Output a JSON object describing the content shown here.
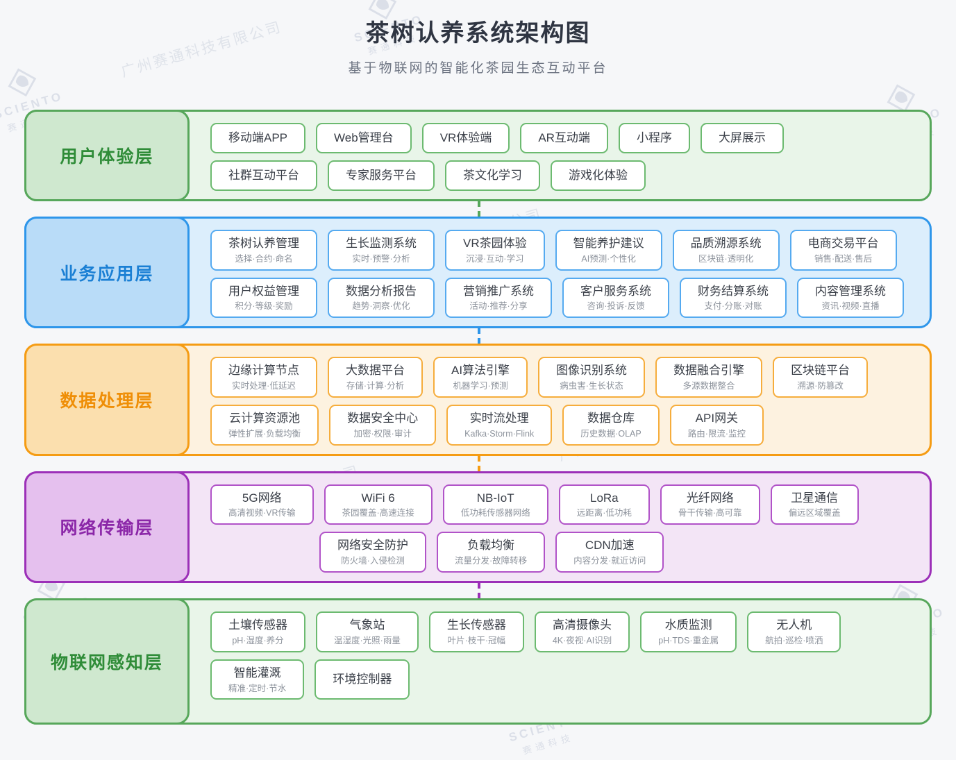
{
  "page": {
    "title": "茶树认养系统架构图",
    "subtitle": "基于物联网的智能化茶园生态互动平台"
  },
  "watermark": {
    "company": "广州赛通科技有限公司",
    "brand": "SCIENTO",
    "brand_cn": "赛通科技"
  },
  "layers": [
    {
      "id": "user-experience",
      "label": "用户体验层",
      "colors": {
        "border": "#57a75b",
        "fill": "#e9f5e9",
        "label_fill": "#cfe8cf",
        "label_text": "#2f8c38",
        "item_border": "#6cba70"
      },
      "rows": [
        {
          "items": [
            {
              "title": "移动端APP"
            },
            {
              "title": "Web管理台"
            },
            {
              "title": "VR体验端"
            },
            {
              "title": "AR互动端"
            },
            {
              "title": "小程序"
            },
            {
              "title": "大屏展示"
            }
          ]
        },
        {
          "items": [
            {
              "title": "社群互动平台"
            },
            {
              "title": "专家服务平台"
            },
            {
              "title": "茶文化学习"
            },
            {
              "title": "游戏化体验"
            }
          ]
        }
      ]
    },
    {
      "id": "business-application",
      "label": "业务应用层",
      "colors": {
        "border": "#2e96ea",
        "fill": "#dceefc",
        "label_fill": "#b9dcf8",
        "label_text": "#1a7fd4",
        "item_border": "#55aaf0"
      },
      "rows": [
        {
          "items": [
            {
              "title": "茶树认养管理",
              "subtitle": "选择·合约·命名"
            },
            {
              "title": "生长监测系统",
              "subtitle": "实时·预警·分析"
            },
            {
              "title": "VR茶园体验",
              "subtitle": "沉浸·互动·学习"
            },
            {
              "title": "智能养护建议",
              "subtitle": "AI预测·个性化"
            },
            {
              "title": "品质溯源系统",
              "subtitle": "区块链·透明化"
            },
            {
              "title": "电商交易平台",
              "subtitle": "销售·配送·售后"
            }
          ]
        },
        {
          "items": [
            {
              "title": "用户权益管理",
              "subtitle": "积分·等级·奖励"
            },
            {
              "title": "数据分析报告",
              "subtitle": "趋势·洞察·优化"
            },
            {
              "title": "营销推广系统",
              "subtitle": "活动·推荐·分享"
            },
            {
              "title": "客户服务系统",
              "subtitle": "咨询·投诉·反馈"
            },
            {
              "title": "财务结算系统",
              "subtitle": "支付·分账·对账"
            },
            {
              "title": "内容管理系统",
              "subtitle": "资讯·视频·直播"
            }
          ]
        }
      ]
    },
    {
      "id": "data-processing",
      "label": "数据处理层",
      "colors": {
        "border": "#f59c14",
        "fill": "#fdf2e0",
        "label_fill": "#fbdfae",
        "label_text": "#ef8e06",
        "item_border": "#f6ad3c"
      },
      "rows": [
        {
          "items": [
            {
              "title": "边缘计算节点",
              "subtitle": "实时处理·低延迟"
            },
            {
              "title": "大数据平台",
              "subtitle": "存储·计算·分析"
            },
            {
              "title": "AI算法引擎",
              "subtitle": "机器学习·预测"
            },
            {
              "title": "图像识别系统",
              "subtitle": "病虫害·生长状态"
            },
            {
              "title": "数据融合引擎",
              "subtitle": "多源数据整合"
            },
            {
              "title": "区块链平台",
              "subtitle": "溯源·防篡改"
            }
          ]
        },
        {
          "items": [
            {
              "title": "云计算资源池",
              "subtitle": "弹性扩展·负载均衡"
            },
            {
              "title": "数据安全中心",
              "subtitle": "加密·权限·审计"
            },
            {
              "title": "实时流处理",
              "subtitle": "Kafka·Storm·Flink"
            },
            {
              "title": "数据仓库",
              "subtitle": "历史数据·OLAP"
            },
            {
              "title": "API网关",
              "subtitle": "路由·限流·监控"
            }
          ]
        }
      ]
    },
    {
      "id": "network-transmission",
      "label": "网络传输层",
      "colors": {
        "border": "#9c30b8",
        "fill": "#f3e5f6",
        "label_fill": "#e5c0ee",
        "label_text": "#8b27a8",
        "item_border": "#b153c8"
      },
      "rows": [
        {
          "items": [
            {
              "title": "5G网络",
              "subtitle": "高清视频·VR传输"
            },
            {
              "title": "WiFi 6",
              "subtitle": "茶园覆盖·高速连接"
            },
            {
              "title": "NB-IoT",
              "subtitle": "低功耗传感器网络"
            },
            {
              "title": "LoRa",
              "subtitle": "远距离·低功耗"
            },
            {
              "title": "光纤网络",
              "subtitle": "骨干传输·高可靠"
            },
            {
              "title": "卫星通信",
              "subtitle": "偏远区域覆盖"
            }
          ]
        },
        {
          "indent": true,
          "items": [
            {
              "title": "网络安全防护",
              "subtitle": "防火墙·入侵检测"
            },
            {
              "title": "负载均衡",
              "subtitle": "流量分发·故障转移"
            },
            {
              "title": "CDN加速",
              "subtitle": "内容分发·就近访问"
            }
          ]
        }
      ]
    },
    {
      "id": "iot-perception",
      "label": "物联网感知层",
      "colors": {
        "border": "#57a75b",
        "fill": "#e9f5e9",
        "label_fill": "#cfe8cf",
        "label_text": "#2f8c38",
        "item_border": "#6cba70"
      },
      "rows": [
        {
          "items": [
            {
              "title": "土壤传感器",
              "subtitle": "pH·湿度·养分"
            },
            {
              "title": "气象站",
              "subtitle": "温湿度·光照·雨量"
            },
            {
              "title": "生长传感器",
              "subtitle": "叶片·枝干·冠幅"
            },
            {
              "title": "高清摄像头",
              "subtitle": "4K·夜视·AI识别"
            },
            {
              "title": "水质监测",
              "subtitle": "pH·TDS·重金属"
            },
            {
              "title": "无人机",
              "subtitle": "航拍·巡检·喷洒"
            }
          ]
        },
        {
          "items": [
            {
              "title": "智能灌溉",
              "subtitle": "精准·定时·节水"
            },
            {
              "title": "环境控制器"
            }
          ]
        }
      ]
    }
  ]
}
